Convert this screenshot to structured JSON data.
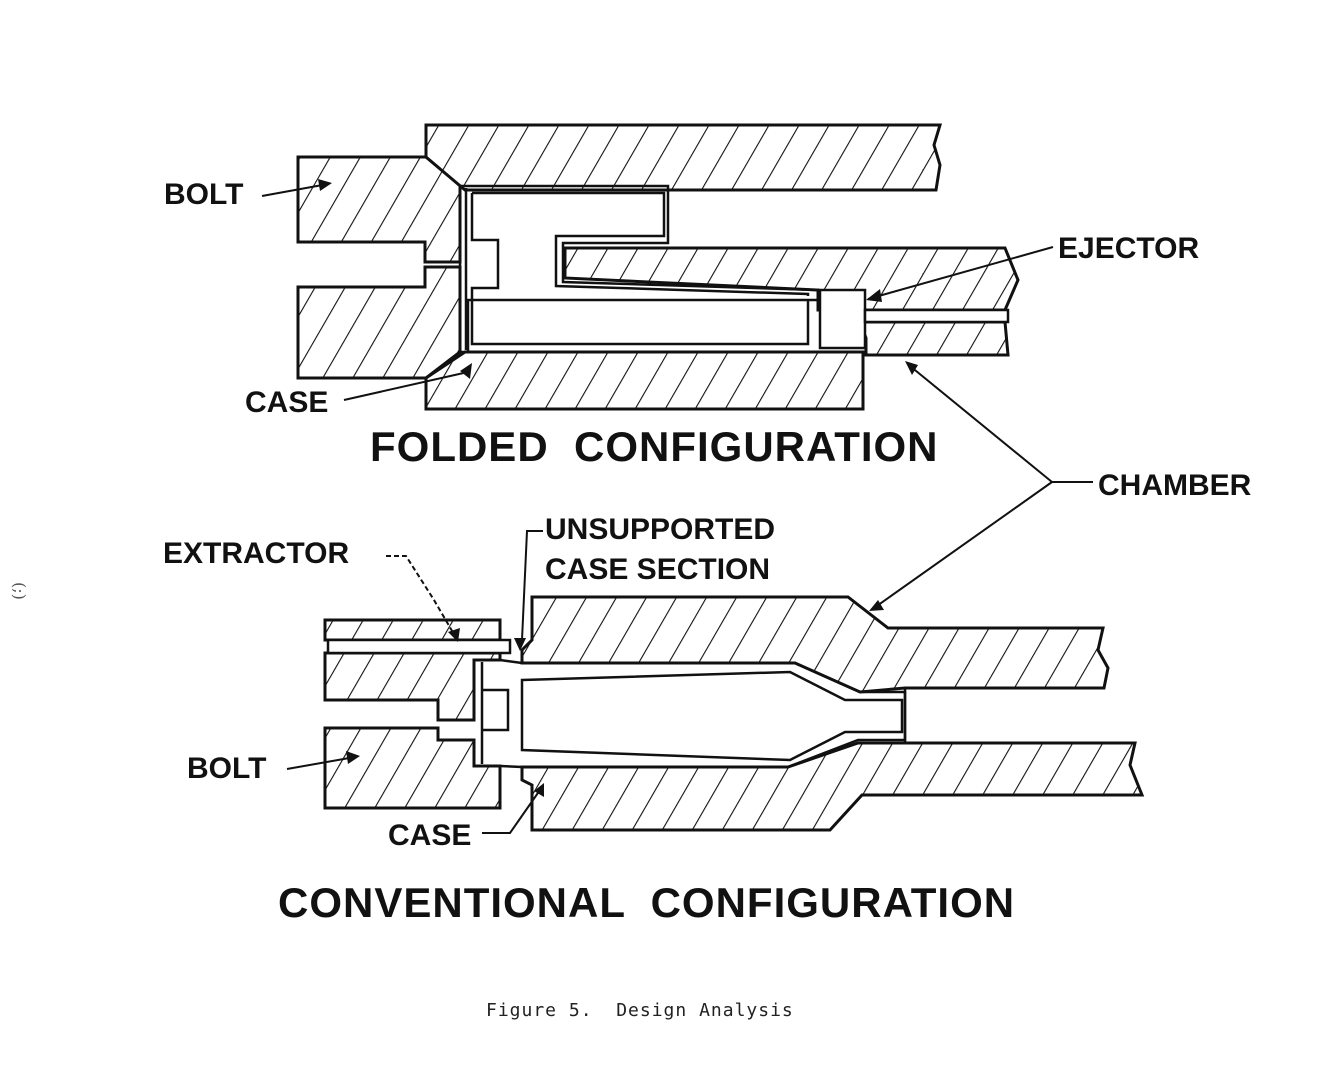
{
  "folded": {
    "title": "FOLDED  CONFIGURATION",
    "labels": {
      "bolt": "BOLT",
      "case": "CASE",
      "ejector": "EJECTOR"
    }
  },
  "shared": {
    "chamber": "CHAMBER"
  },
  "conventional": {
    "title": "CONVENTIONAL  CONFIGURATION",
    "labels": {
      "extractor": "EXTRACTOR",
      "unsupported_line1": "UNSUPPORTED",
      "unsupported_line2": "CASE SECTION",
      "bolt": "BOLT",
      "case": "CASE"
    }
  },
  "caption": "Figure 5.  Design Analysis",
  "margin_mark": "(;)"
}
